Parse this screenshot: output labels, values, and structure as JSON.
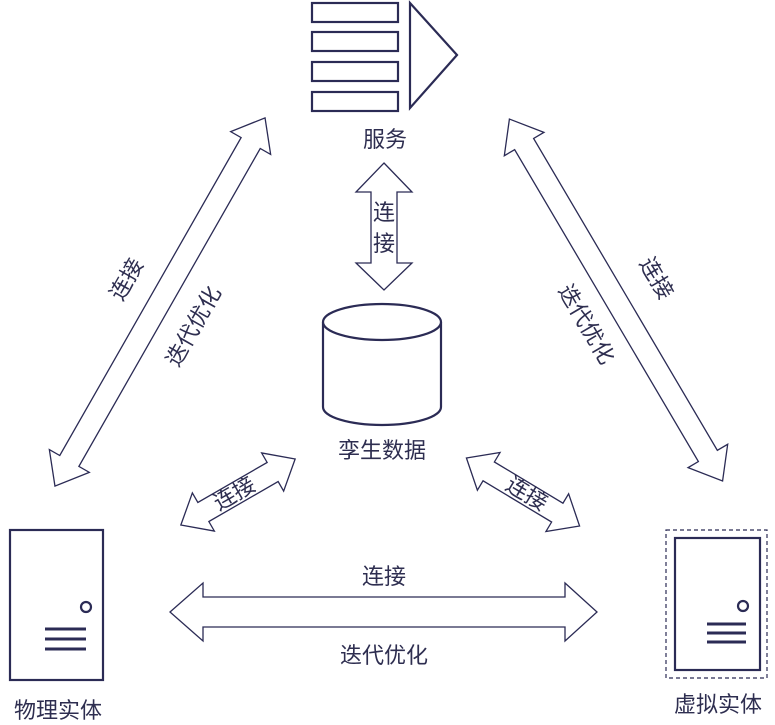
{
  "nodes": {
    "service": "服务",
    "twin_data": "孪生数据",
    "physical": "物理实体",
    "virtual": "虚拟实体"
  },
  "edges": {
    "service_data_connect": "连接",
    "left_connect": "连接",
    "left_optimize": "迭代优化",
    "right_connect": "连接",
    "right_optimize": "迭代优化",
    "data_physical_connect": "连接",
    "data_virtual_connect": "连接",
    "bottom_connect": "连接",
    "bottom_optimize": "迭代优化"
  },
  "colors": {
    "stroke": "#2b2b55",
    "text": "#2e2e50"
  }
}
